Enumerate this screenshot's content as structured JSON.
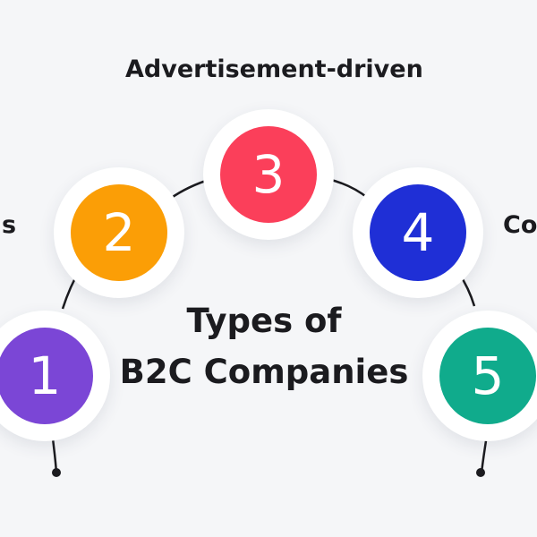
{
  "title": {
    "line1": "Types of",
    "line2": "B2C Companies"
  },
  "items": [
    {
      "number": "1",
      "color": "#7b46d6",
      "label": ""
    },
    {
      "number": "2",
      "color": "#fb9e06",
      "label": "s"
    },
    {
      "number": "3",
      "color": "#fb3f5a",
      "label": "Advertisement-driven"
    },
    {
      "number": "4",
      "color": "#1f2fd6",
      "label": "Co"
    },
    {
      "number": "5",
      "color": "#10ab8c",
      "label": ""
    }
  ],
  "colors": {
    "background": "#f5f6f8",
    "connector": "#1b1b1f"
  }
}
